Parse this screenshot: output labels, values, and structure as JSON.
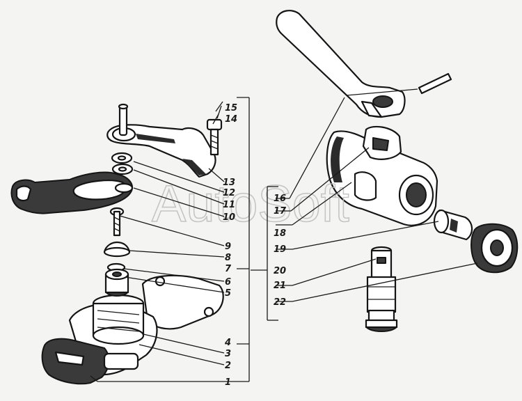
{
  "watermark": "AutoSoft",
  "callouts": [
    {
      "id": "1",
      "text": "1"
    },
    {
      "id": "2",
      "text": "2"
    },
    {
      "id": "3",
      "text": "3"
    },
    {
      "id": "4",
      "text": "4"
    },
    {
      "id": "5",
      "text": "5"
    },
    {
      "id": "6",
      "text": "6"
    },
    {
      "id": "7",
      "text": "7"
    },
    {
      "id": "8",
      "text": "8"
    },
    {
      "id": "9",
      "text": "9"
    },
    {
      "id": "10",
      "text": "10"
    },
    {
      "id": "11",
      "text": "11"
    },
    {
      "id": "12",
      "text": "12"
    },
    {
      "id": "13",
      "text": "13"
    },
    {
      "id": "14",
      "text": "14"
    },
    {
      "id": "15",
      "text": "15"
    },
    {
      "id": "16",
      "text": "16"
    },
    {
      "id": "17",
      "text": "17"
    },
    {
      "id": "18",
      "text": "18"
    },
    {
      "id": "19",
      "text": "19"
    },
    {
      "id": "20",
      "text": "20"
    },
    {
      "id": "21",
      "text": "21"
    },
    {
      "id": "22",
      "text": "22"
    }
  ]
}
